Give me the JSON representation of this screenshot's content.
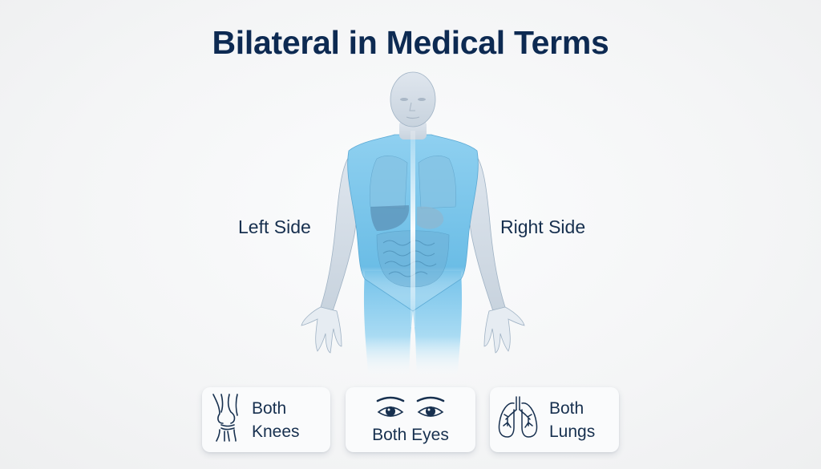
{
  "title": "Bilateral in Medical Terms",
  "labels": {
    "left": "Left Side",
    "right": "Right Side"
  },
  "figure": {
    "icon": "human-anatomy-figure",
    "body_color": "#7cc7ec",
    "midline_color": "#ffffff"
  },
  "cards": [
    {
      "icon": "knee-joint-icon",
      "line1": "Both",
      "line2": "Knees"
    },
    {
      "icon": "eyes-icon",
      "label": "Both Eyes"
    },
    {
      "icon": "lungs-icon",
      "line1": "Both",
      "line2": "Lungs"
    }
  ],
  "colors": {
    "title": "#0d2a52",
    "text": "#17304f",
    "card_bg": "#fafbfc",
    "background": "#f4f5f6"
  }
}
